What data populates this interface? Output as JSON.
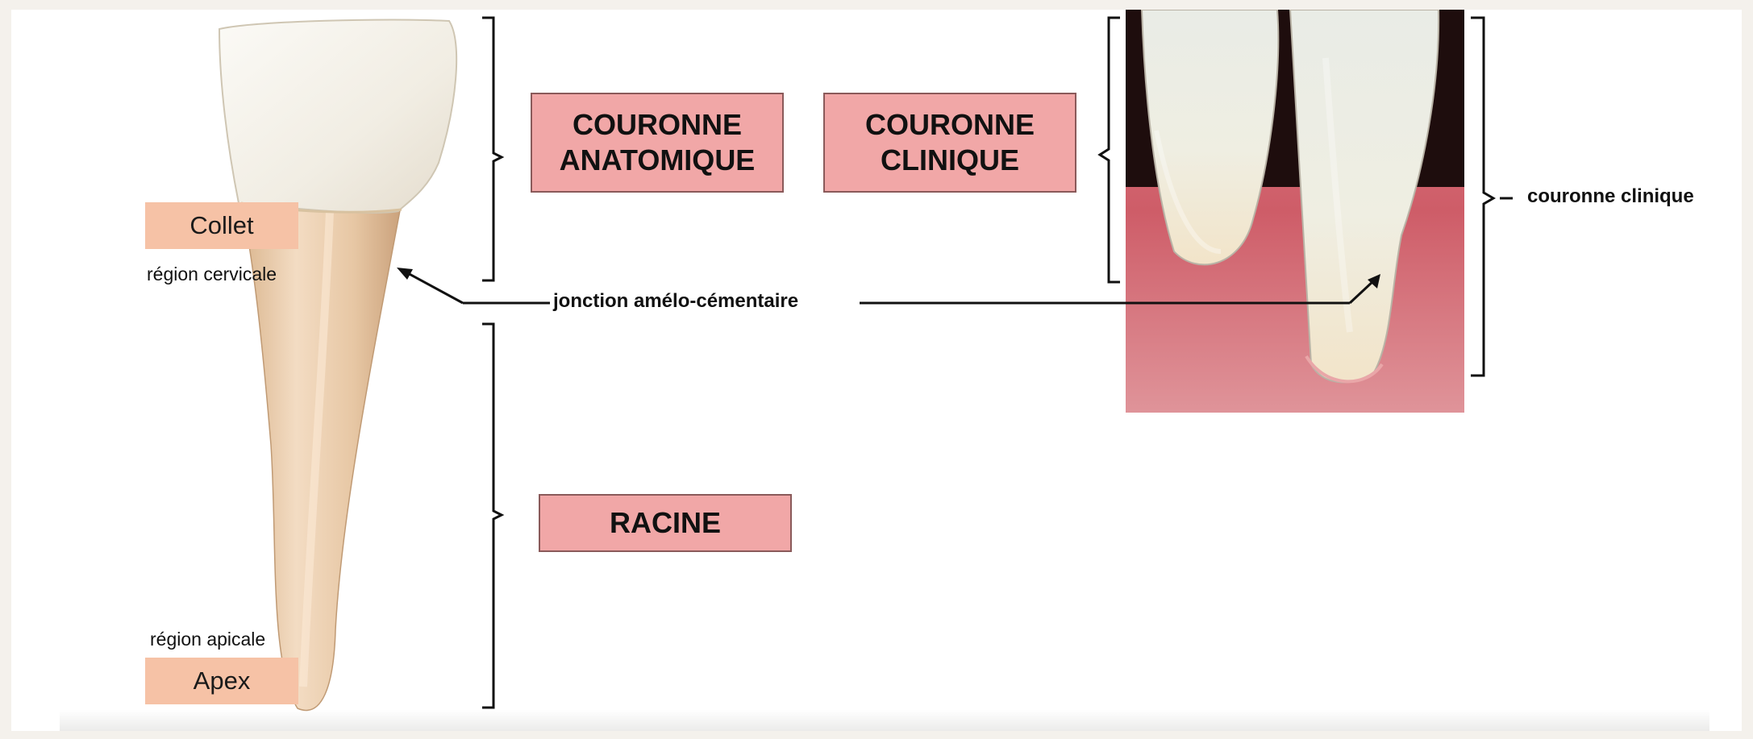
{
  "labels": {
    "couronne_anatomique": "COURONNE\nANATOMIQUE",
    "couronne_clinique_box": "COURONNE\nCLINIQUE",
    "racine": "RACINE",
    "collet": "Collet",
    "region_cervicale": "région cervicale",
    "region_apicale": "région apicale",
    "apex": "Apex",
    "jonction": "jonction amélo-cémentaire",
    "couronne_clinique_photo": "couronne clinique"
  },
  "colors": {
    "label_box_fill": "#f1a7a7",
    "label_box_border": "#8a5a5a",
    "region_box_fill": "#f6c2a6",
    "enamel": "#f3efe6",
    "root": "#e2c09a",
    "gingiva": "#d96a74"
  }
}
